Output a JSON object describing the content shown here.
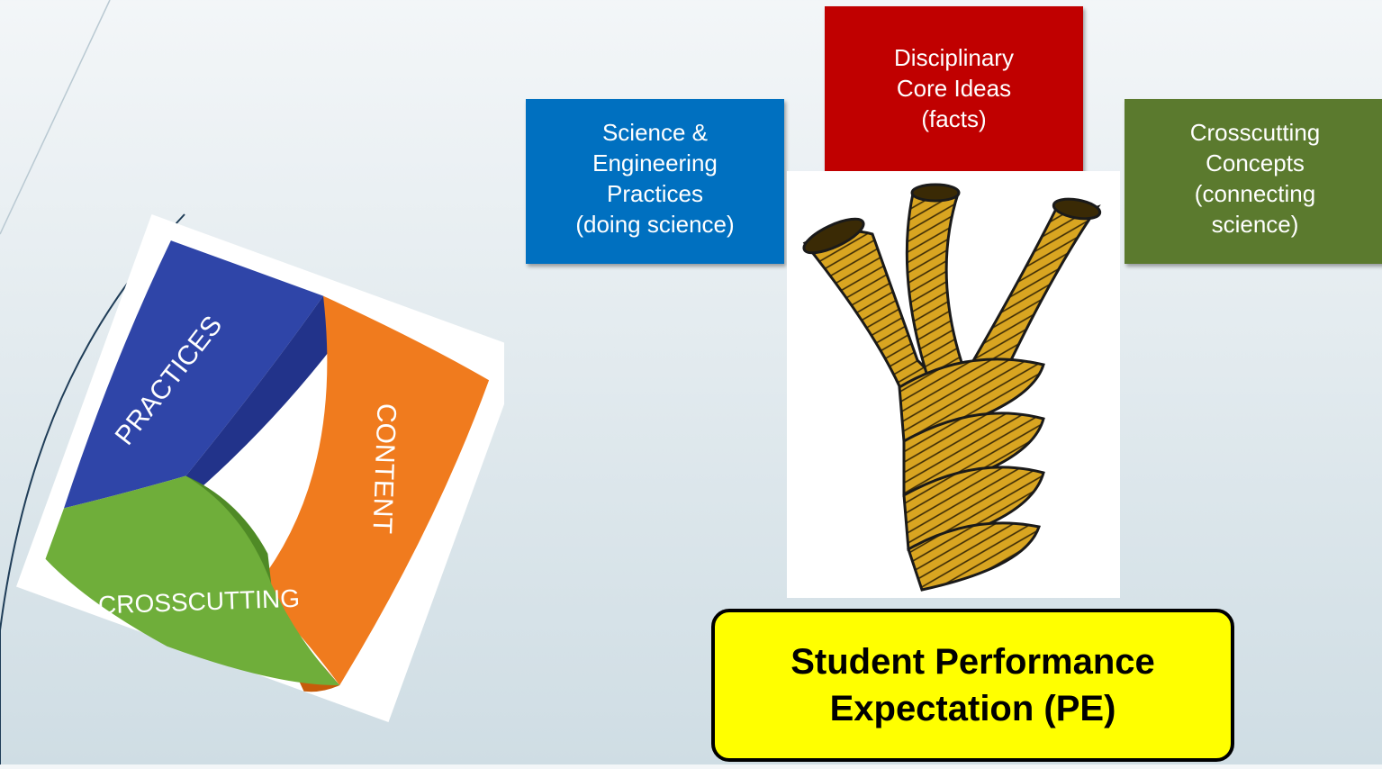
{
  "boxes": {
    "practices": {
      "lines": [
        "Science &",
        "Engineering",
        "Practices",
        "(doing science)"
      ],
      "color": "#0070c0"
    },
    "core_ideas": {
      "lines": [
        "Disciplinary",
        "Core Ideas",
        "(facts)"
      ],
      "color": "#c00000"
    },
    "crosscutting": {
      "lines": [
        "Crosscutting",
        "Concepts",
        "(connecting",
        "science)"
      ],
      "color": "#5b7a2e"
    }
  },
  "performance_expectation": {
    "line1": "Student Performance",
    "line2": "Expectation (PE)",
    "background": "#ffff00"
  },
  "triad": {
    "practices_label": "PRACTICES",
    "content_label": "CONTENT",
    "crosscutting_label": "CROSSCUTTING",
    "colors": {
      "practices": "#2f45a8",
      "content": "#f07b1e",
      "crosscutting": "#6fae3a"
    }
  },
  "rope": {
    "icon": "rope-icon",
    "color": "#d9a521"
  }
}
